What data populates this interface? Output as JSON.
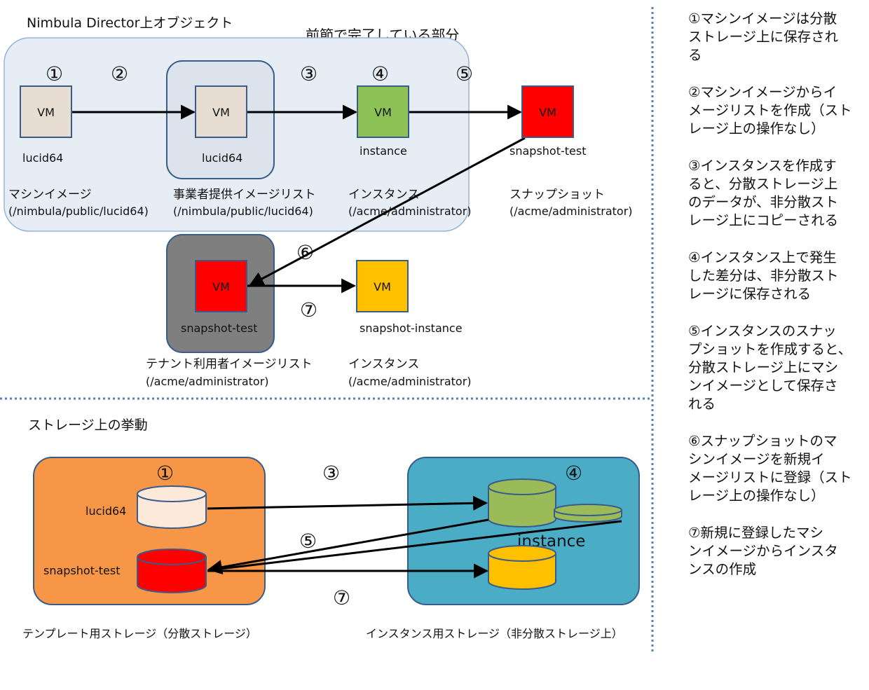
{
  "top": {
    "title": "Nimbula Director上オブジェクト",
    "completed_label": "前節で完了している部分",
    "nums": [
      "①",
      "②",
      "③",
      "④",
      "⑤",
      "⑥",
      "⑦"
    ],
    "vm_label": "VM",
    "names": {
      "lucid64_a": "lucid64",
      "lucid64_b": "lucid64",
      "instance": "instance",
      "snapshot_test_top": "snapshot-test",
      "snapshot_test_tenant": "snapshot-test",
      "snapshot_instance": "snapshot-instance"
    },
    "captions": {
      "machine_image": [
        "マシンイメージ",
        "(/nimbula/public/lucid64)"
      ],
      "provider_list": [
        "事業者提供イメージリスト",
        "(/nimbula/public/lucid64)"
      ],
      "instance": [
        "インスタンス",
        "(/acme/administrator)"
      ],
      "snapshot": [
        "スナップショット",
        "(/acme/administrator)"
      ],
      "tenant_list": [
        "テナント利用者イメージリスト",
        "(/acme/administrator)"
      ],
      "instance2": [
        "インスタンス",
        "(/acme/administrator)"
      ]
    }
  },
  "bottom": {
    "title": "ストレージ上の挙動",
    "nums": [
      "①",
      "③",
      "④",
      "⑤",
      "⑦"
    ],
    "lucid64": "lucid64",
    "snapshot_test": "snapshot-test",
    "instance": "instance",
    "template_storage": "テンプレート用ストレージ（分散ストレージ）",
    "instance_storage": "インスタンス用ストレージ（非分散ストレージ上）"
  },
  "sidebar": [
    "①マシンイメージは分散\nストレージ上に保存され\nる",
    "②マシンイメージからイ\nメージリストを作成（スト\nレージ上の操作なし）",
    "③インスタンスを作成す\nると、分散ストレージ上\nのデータが、非分散スト\nレージ上にコピーされる",
    "④インスタンス上で発生\nした差分は、非分散スト\nレージに保存される",
    "⑤インスタンスのスナッ\nプショットを作成すると、\n分散ストレージ上にマシ\nンイメージとして保存さ\nれる",
    "⑥スナップショットのマ\nシンイメージを新規イ\nメージリストに登録（スト\nレージ上の操作なし）",
    "⑦新規に登録したマシ\nンイメージからインスタ\nンスの作成"
  ],
  "colors": {
    "vm_beige": "#e8ddd3",
    "vm_green": "#8dc356",
    "vm_red": "#ff0000",
    "vm_yellow": "#ffc000",
    "group_fill": "#e6edf5",
    "tenant_gray": "#7f7f7f",
    "template_orange": "#f79646",
    "instance_blue": "#4bacc6",
    "cyl_beige": "#fde9d9",
    "cyl_green": "#9bbb59",
    "divider": "#4f81bd"
  }
}
